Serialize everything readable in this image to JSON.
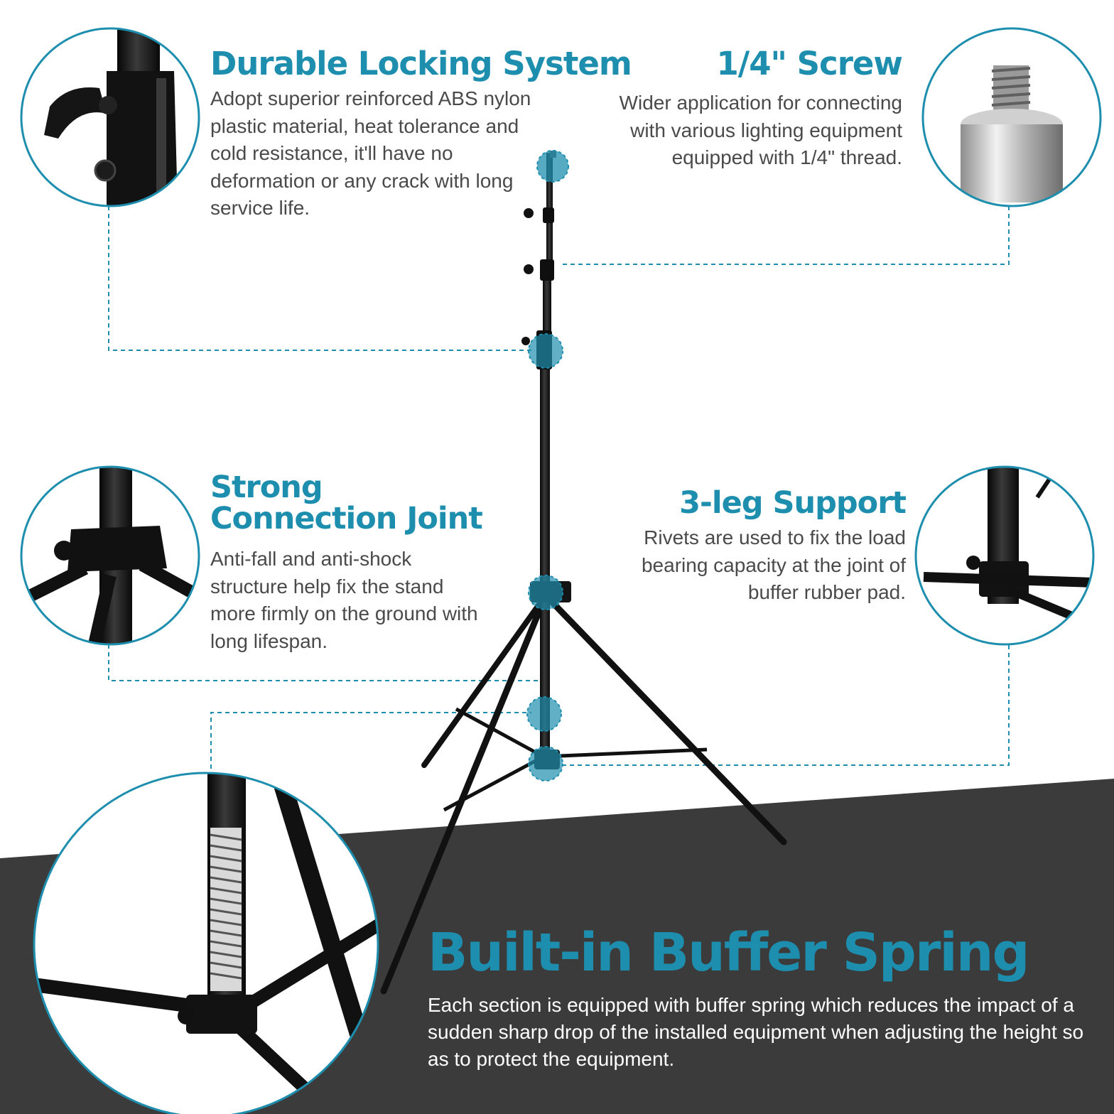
{
  "features": {
    "locking": {
      "title": "Durable Locking System",
      "body": "Adopt superior reinforced ABS nylon plastic material, heat tolerance and cold resistance, it'll have no deformation or any crack with long service life."
    },
    "screw": {
      "title": "1/4\" Screw",
      "body": "Wider application for connecting with various lighting equipment equipped with 1/4\" thread."
    },
    "joint": {
      "title_line1": "Strong",
      "title_line2": "Connection Joint",
      "body": "Anti-fall and anti-shock structure help fix the stand more firmly on the ground with long lifespan."
    },
    "legs": {
      "title": "3-leg Support",
      "body": "Rivets are used to fix the load bearing capacity at the joint of buffer rubber pad."
    },
    "spring": {
      "title": "Built-in Buffer Spring",
      "body": "Each section is equipped with buffer spring which reduces the impact of a sudden sharp drop of  the installed equipment when adjusting the height so as to protect the equipment."
    }
  },
  "colors": {
    "accent": "#1e8eae",
    "dark_floor": "#3b3b3b",
    "body_text": "#4a4a4a",
    "stand": "#151515"
  }
}
